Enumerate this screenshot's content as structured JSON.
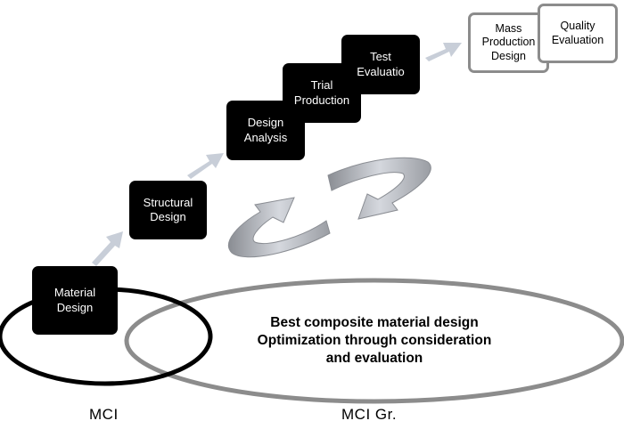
{
  "steps": {
    "material": "Material\nDesign",
    "structural": "Structural\nDesign",
    "analysis": "Design\nAnalysis",
    "trial": "Trial\nProduction",
    "test": "Test\nEvaluatio",
    "mass": "Mass\nProduction\nDesign",
    "quality": "Quality\nEvaluation"
  },
  "center_text": {
    "line1": "Best composite material design",
    "line2": "Optimization through consideration",
    "line3": "and evaluation"
  },
  "labels": {
    "mci": "MCI",
    "mci_gr": "MCI  Gr."
  },
  "colors": {
    "step_fill": "#000000",
    "outline_grey": "#8c8c8c",
    "arrow_fill": "#c8ced8",
    "cycle_dark": "#9c9fa5"
  }
}
